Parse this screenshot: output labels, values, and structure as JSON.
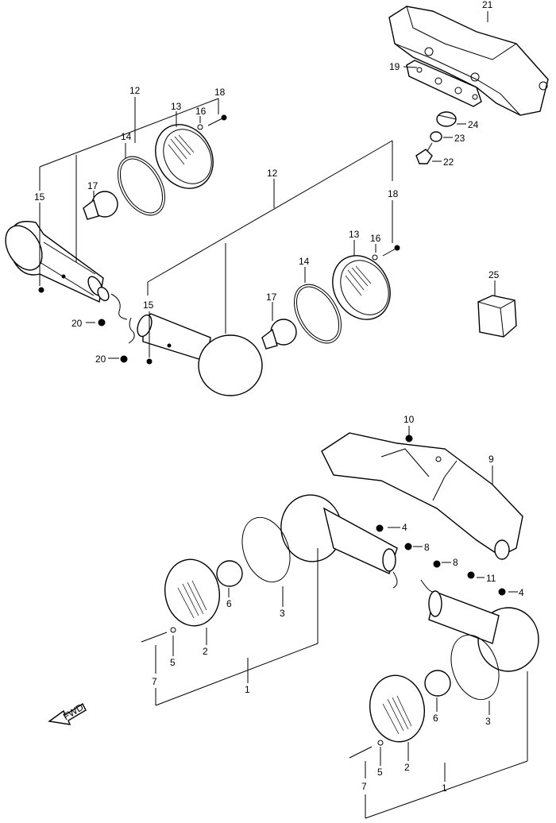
{
  "fwd_label": "FWD",
  "callouts": [
    {
      "id": "c21a",
      "label": "21"
    },
    {
      "id": "c19",
      "label": "19"
    },
    {
      "id": "c24",
      "label": "24"
    },
    {
      "id": "c23",
      "label": "23"
    },
    {
      "id": "c22",
      "label": "22"
    },
    {
      "id": "c12a",
      "label": "12"
    },
    {
      "id": "c18a",
      "label": "18"
    },
    {
      "id": "c13a",
      "label": "13"
    },
    {
      "id": "c16a",
      "label": "16"
    },
    {
      "id": "c14a",
      "label": "14"
    },
    {
      "id": "c17a",
      "label": "17"
    },
    {
      "id": "c15a",
      "label": "15"
    },
    {
      "id": "c12b",
      "label": "12"
    },
    {
      "id": "c18b",
      "label": "18"
    },
    {
      "id": "c13b",
      "label": "13"
    },
    {
      "id": "c16b",
      "label": "16"
    },
    {
      "id": "c14b",
      "label": "14"
    },
    {
      "id": "c17b",
      "label": "17"
    },
    {
      "id": "c15b",
      "label": "15"
    },
    {
      "id": "c20a",
      "label": "20"
    },
    {
      "id": "c20b",
      "label": "20"
    },
    {
      "id": "c25",
      "label": "25"
    },
    {
      "id": "c10",
      "label": "10"
    },
    {
      "id": "c9",
      "label": "9"
    },
    {
      "id": "c4a",
      "label": "4"
    },
    {
      "id": "c8a",
      "label": "8"
    },
    {
      "id": "c8b",
      "label": "8"
    },
    {
      "id": "c11",
      "label": "11"
    },
    {
      "id": "c4b",
      "label": "4"
    },
    {
      "id": "c6a",
      "label": "6"
    },
    {
      "id": "c3a",
      "label": "3"
    },
    {
      "id": "c2a",
      "label": "2"
    },
    {
      "id": "c5a",
      "label": "5"
    },
    {
      "id": "c7a",
      "label": "7"
    },
    {
      "id": "c1a",
      "label": "1"
    },
    {
      "id": "c6b",
      "label": "6"
    },
    {
      "id": "c3b",
      "label": "3"
    },
    {
      "id": "c2b",
      "label": "2"
    },
    {
      "id": "c5b",
      "label": "5"
    },
    {
      "id": "c7b",
      "label": "7"
    },
    {
      "id": "c1b",
      "label": "1"
    }
  ]
}
